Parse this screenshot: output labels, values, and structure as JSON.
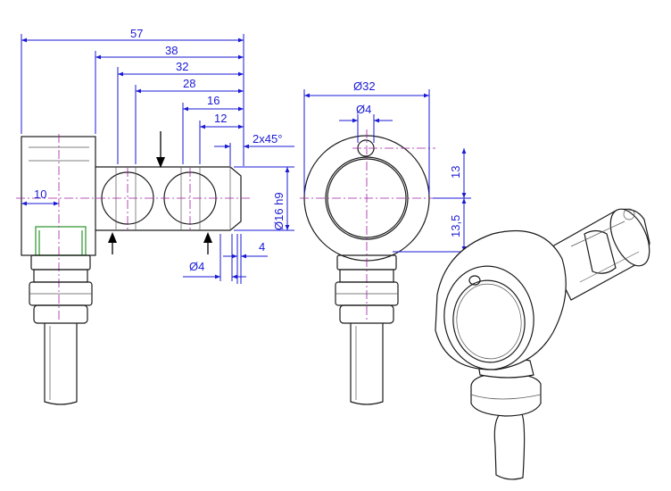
{
  "dimensions": {
    "d57": "57",
    "d38": "38",
    "d32": "32",
    "d28": "28",
    "d16": "16",
    "d12": "12",
    "chamfer": "2x45°",
    "d10": "10",
    "dia16h9": "Ø16 h9",
    "dia4_left": "Ø4",
    "d4": "4",
    "dia32": "Ø32",
    "dia4_top": "Ø4",
    "d13": "13",
    "d13_5": "13,5"
  },
  "colors": {
    "dimension": "#1a1ad6",
    "centerline": "#a020a0",
    "outline": "#1a1a1a",
    "highlight": "#3a9a3a"
  }
}
